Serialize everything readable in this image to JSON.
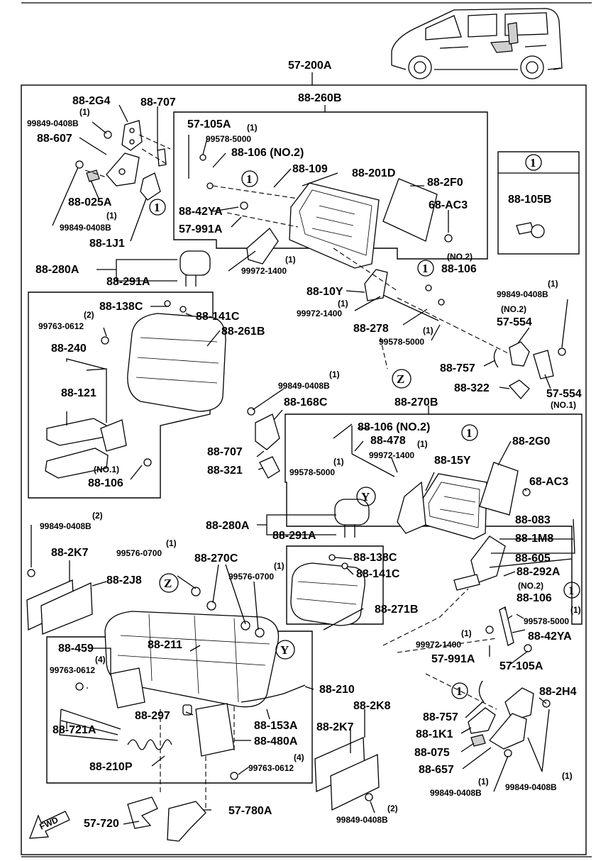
{
  "assembly": "57-200A",
  "group_labels": {
    "back_upper": "88-260B",
    "back_lower": "88-270B"
  },
  "legend": {
    "symbol": "1",
    "part": "88-105B"
  },
  "markers": {
    "one": "1",
    "z": "Z",
    "y": "Y"
  },
  "quantity_one": "(1)",
  "quantity_two": "(2)",
  "quantity_four": "(4)",
  "note_no1": "(NO.1)",
  "note_no2": "(NO.2)",
  "fwd": "FWD",
  "parts": {
    "p88_2G4": "88-2G4",
    "p88_707a": "88-707",
    "p99849_0408B_a": "99849-0408B",
    "p88_607": "88-607",
    "p88_025A": "88-025A",
    "p99849_0408B_b": "99849-0408B",
    "p88_1J1": "88-1J1",
    "p57_105A_a": "57-105A",
    "p99578_5000_a": "99578-5000",
    "p88_106_a": "88-106 (NO.2)",
    "p88_109": "88-109",
    "p88_201D": "88-201D",
    "p88_2F0": "88-2F0",
    "p68_AC3_a": "68-AC3",
    "p88_42YA_a": "88-42YA",
    "p57_991A_a": "57-991A",
    "p99972_1400_a": "99972-1400",
    "p88_106_b": "88-106",
    "p88_280A_a": "88-280A",
    "p88_291A_a": "88-291A",
    "p88_10Y": "88-10Y",
    "p99972_1400_b": "99972-1400",
    "p88_278": "88-278",
    "p99578_5000_b": "99578-5000",
    "p99849_0408B_c": "99849-0408B",
    "p57_554_a": "57-554",
    "p88_757_a": "88-757",
    "p88_322": "88-322",
    "p57_554_b": "57-554",
    "p88_138C_a": "88-138C",
    "p88_141C_a": "88-141C",
    "p99763_0612_a": "99763-0612",
    "p88_261B": "88-261B",
    "p88_240": "88-240",
    "p88_121": "88-121",
    "p88_106_c": "88-106",
    "p99849_0408B_d": "99849-0408B",
    "p88_168C": "88-168C",
    "p88_707b": "88-707",
    "p88_321": "88-321",
    "p99578_5000_c": "99578-5000",
    "p88_106_d": "88-106 (NO.2)",
    "p88_478": "88-478",
    "p99972_1400_c": "99972-1400",
    "p88_15Y": "88-15Y",
    "p88_2G0": "88-2G0",
    "p68_AC3_b": "68-AC3",
    "p88_083": "88-083",
    "p88_1M8": "88-1M8",
    "p88_605": "88-605",
    "p88_292A": "88-292A",
    "p88_106_e": "88-106",
    "p99578_5000_d": "99578-5000",
    "p88_42YA_b": "88-42YA",
    "p99972_1400_d": "99972-1400",
    "p57_991A_b": "57-991A",
    "p57_105A_b": "57-105A",
    "p88_280A_b": "88-280A",
    "p88_291A_b": "88-291A",
    "p88_138C_b": "88-138C",
    "p88_141C_b": "88-141C",
    "p88_271B": "88-271B",
    "p99849_0408B_e": "99849-0408B",
    "p88_2K7_a": "88-2K7",
    "p88_2J8": "88-2J8",
    "p99576_0700_a": "99576-0700",
    "p88_270C": "88-270C",
    "p99576_0700_b": "99576-0700",
    "p88_459": "88-459",
    "p88_211": "88-211",
    "p99763_0612_b": "99763-0612",
    "p88_210": "88-210",
    "p88_297": "88-297",
    "p88_153A": "88-153A",
    "p88_721A": "88-721A",
    "p88_480A": "88-480A",
    "p88_210P": "88-210P",
    "p99763_0612_c": "99763-0612",
    "p88_2K8": "88-2K8",
    "p88_2K7_b": "88-2K7",
    "p99849_0408B_f": "99849-0408B",
    "p57_720": "57-720",
    "p57_780A": "57-780A",
    "p88_757_b": "88-757",
    "p88_2H4": "88-2H4",
    "p88_1K1": "88-1K1",
    "p88_075": "88-075",
    "p88_657": "88-657",
    "p99849_0408B_g": "99849-0408B",
    "p99849_0408B_h": "99849-0408B"
  }
}
